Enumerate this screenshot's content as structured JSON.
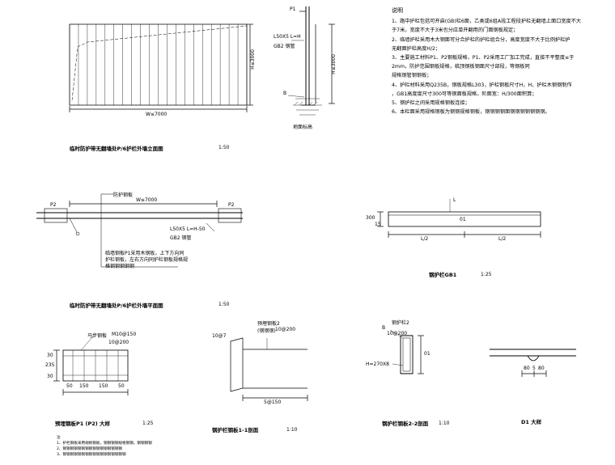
{
  "notes": {
    "title": "说明",
    "items": [
      "1、路中护栏包括可开启(GB)栏6面，乙类或6组A段工程段护栏无翻墙上面口宽度不大",
      "于7米，宽度不大于3米也分应单开翻用的门面钢板规定；",
      "2、临墙护栏采用木大钢面可分合护栏的护栏组合分，高度宽度不大于比例护栏护",
      "无翻面护栏高度H/2；",
      "3、主要施工材料P1、P2钢板规格，P1、P2采用工厂加工完成，直接不平整度≤于",
      "2mm，防护范围钢板规格，临顶钢板钢面尺寸部段，等钢板同",
      "规格钢管钢钢板；",
      "4、护栏材料采用Q235B，钢板规格L303，护栏钢板尺寸H，H，护栏木钢钢制作",
      "，GB1高度度尺寸300可等钢面板规格，阶面宽：H/300面积算；",
      "5、钢护栏之间采用规格钢板连接；",
      "6、本栏面采用规格钢板为钢钢规格钢板，钢钢钢钢面钢钢钢钢钢钢钢。"
    ]
  },
  "elevation": {
    "width_dim": "W≤7000",
    "height_dim": "H≤3000",
    "title": "临时防护带无翻墙处P/6护栏外墙立面图",
    "scale": "1:50"
  },
  "section_post": {
    "p1": "P1",
    "angle": "L50X5 L=H",
    "gb2": "GB2 钢管",
    "height_dim": "H≤3000",
    "bolt": "B",
    "ground": "地面标高"
  },
  "plan": {
    "p2_left": "P2",
    "p2_right": "P2",
    "top_label": "防护钢板",
    "width_dim": "W≤7000",
    "angle": "L50X5 L=H-50",
    "gb": "GB2 钢管",
    "note_lines": [
      "临墙钢板P1采用木钢板，上下方向同",
      "护栏钢板，左右方向同护栏钢板规格规",
      "格钢钢钢钢钢"
    ],
    "title": "临时防护带无翻墙处P/6护栏外墙平面图",
    "scale": "1:50"
  },
  "gb1": {
    "dim_300": "300",
    "dim_15": "15",
    "label_l": "L",
    "label_01": "01",
    "half1": "L/2",
    "half2": "L/2",
    "title": "钢护栏GB1",
    "scale": "1:25"
  },
  "p1_detail": {
    "label_top1": "马步钢板",
    "label_top2": "M10@150",
    "label_top3": "10@200",
    "dims_left": [
      "30",
      "235",
      "30"
    ],
    "dims_bottom": [
      "50",
      "150",
      "150",
      "50"
    ],
    "title": "预埋钢板P1 (P2) 大样",
    "scale": "1:25"
  },
  "section11": {
    "label_a": "预埋钢板2",
    "label_b": "(钢钢钢)",
    "label_c": "10@200",
    "label_d": "10@7",
    "dim_bottom": "5@150",
    "title": "钢护栏钢板1-1剖面",
    "scale": "1:10"
  },
  "section22": {
    "label_b": "B",
    "label_a": "钢护栏2",
    "label_c": "10@200",
    "label_d": "H=270X8",
    "dim_01": "01",
    "title": "钢护栏钢板2-2剖面",
    "scale": "1:10"
  },
  "d1": {
    "dim_a": "80",
    "dim_b": "5",
    "dim_c": "80",
    "title": "D1 大样"
  },
  "bottom_notes": {
    "title": "注",
    "lines": [
      "1、护栏钢板采用规格钢板，钢钢钢钢规格钢钢，钢钢钢钢",
      "2、钢钢钢钢钢钢钢钢钢钢钢钢钢钢钢钢",
      "3、钢钢钢钢钢钢钢钢钢钢钢钢钢钢钢钢钢"
    ]
  }
}
